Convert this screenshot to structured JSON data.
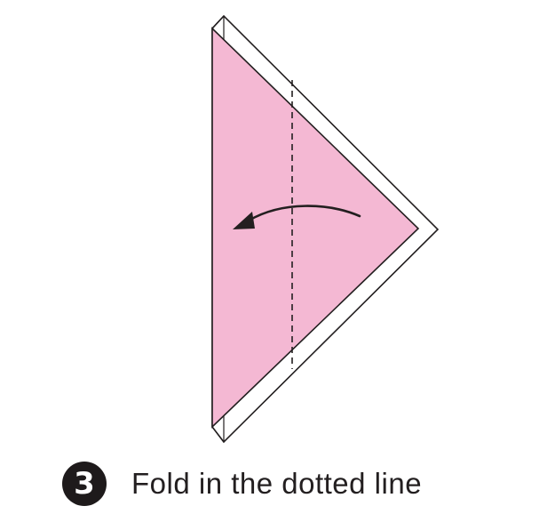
{
  "step": {
    "number": "3",
    "instruction": "Fold in the dotted line"
  },
  "colors": {
    "paper_front": "#f4b8d3",
    "paper_back": "#ffffff",
    "outline": "#231f20",
    "badge": "#1e1a1b"
  },
  "icons": {
    "fold_arrow": "curved-arrow-left"
  }
}
